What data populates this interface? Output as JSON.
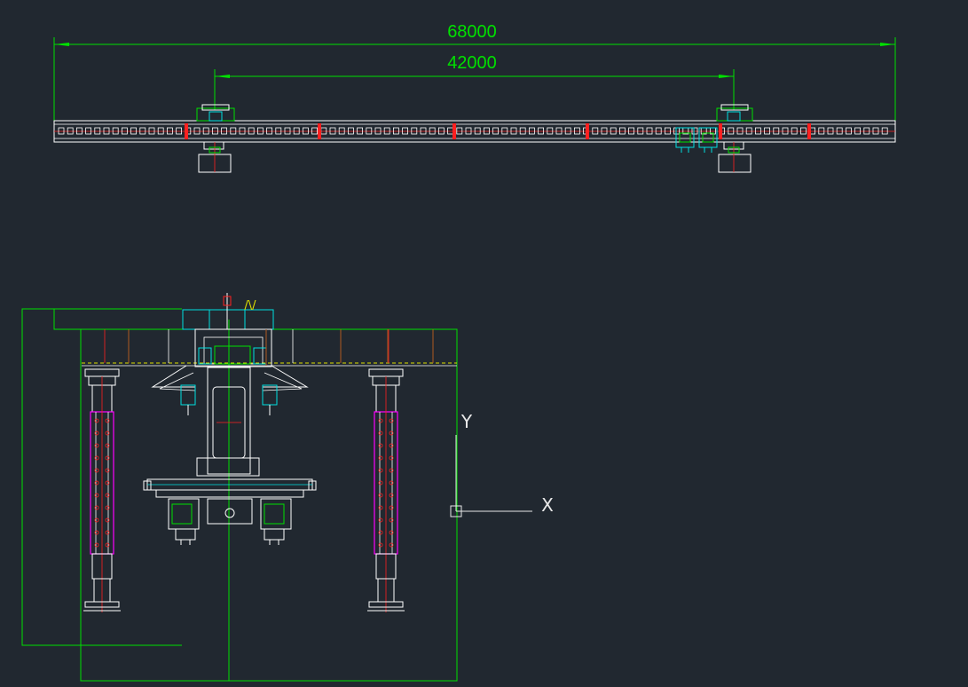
{
  "dimensions": {
    "overall_span": "68000",
    "rail_span": "42000"
  },
  "ucs": {
    "x_label": "X",
    "y_label": "Y"
  },
  "colors": {
    "background": "#212830",
    "dimension": "#00e000",
    "structure": "#ffffff",
    "centerline": "#ff2020",
    "cyan": "#00e0e0",
    "magenta": "#ff00ff",
    "brown": "#b05a20",
    "yellow": "#e0e000"
  }
}
